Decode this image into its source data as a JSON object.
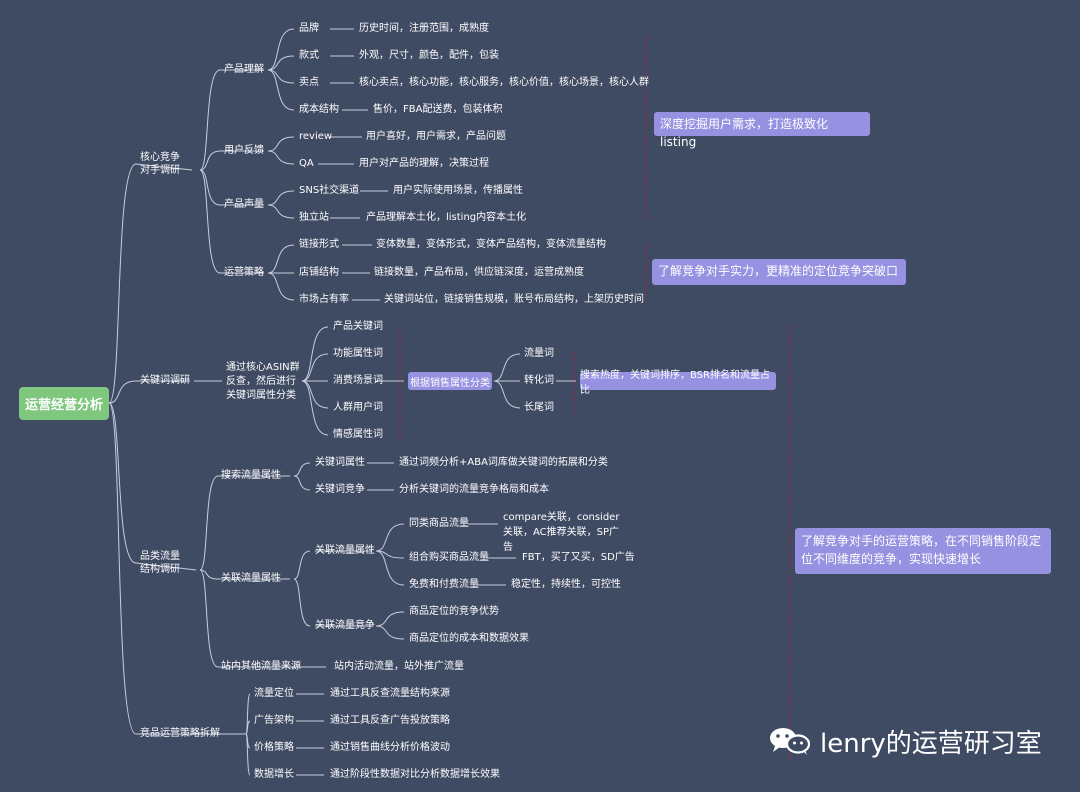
{
  "root": "运营经营分析",
  "branches": {
    "b1": "核心竞争\n对手调研",
    "b2": "关键词调研",
    "b3": "品类流量\n结构调研",
    "b4": "竞品运营策略拆解"
  },
  "b1_children": {
    "product": "产品理解",
    "feedback": "用户反馈",
    "voice": "产品声量",
    "ops": "运营策略"
  },
  "product_items": [
    {
      "label": "品牌",
      "desc": "历史时间，注册范围，成熟度"
    },
    {
      "label": "款式",
      "desc": "外观，尺寸，颜色，配件，包装"
    },
    {
      "label": "卖点",
      "desc": "核心卖点，核心功能，核心服务，核心价值，核心场景，核心人群"
    },
    {
      "label": "成本结构",
      "desc": "售价，FBA配送费，包装体积"
    }
  ],
  "feedback_items": [
    {
      "label": "review",
      "desc": "用户喜好，用户需求，产品问题"
    },
    {
      "label": "QA",
      "desc": "用户对产品的理解，决策过程"
    }
  ],
  "voice_items": [
    {
      "label": "SNS社交渠道",
      "desc": "用户实际使用场景，传播属性"
    },
    {
      "label": "独立站",
      "desc": "产品理解本土化，listing内容本土化"
    }
  ],
  "ops_items": [
    {
      "label": "链接形式",
      "desc": "变体数量，变体形式，变体产品结构，变体流量结构"
    },
    {
      "label": "店铺结构",
      "desc": "链接数量，产品布局，供应链深度，运营成熟度"
    },
    {
      "label": "市场占有率",
      "desc": "关键词站位，链接销售规模，账号布局结构，上架历史时间"
    }
  ],
  "summary1": "深度挖掘用户需求，打造极致化listing",
  "summary2": "了解竞争对手实力，更精准的定位竞争突破口",
  "kw": {
    "method": "通过核心ASIN群反查，然后进行关键词属性分类",
    "types": [
      "产品关键词",
      "功能属性词",
      "消费场景词",
      "人群用户词",
      "情感属性词"
    ],
    "mid": "根据销售属性分类",
    "sales": [
      "流量词",
      "转化词",
      "长尾词"
    ],
    "note": "搜索热度，关键词排序，BSR排名和流量占比"
  },
  "b3c": {
    "search": "搜索流量属性",
    "search_items": [
      {
        "label": "关键词属性",
        "desc": "通过词频分析+ABA词库做关键词的拓展和分类"
      },
      {
        "label": "关键词竞争",
        "desc": "分析关键词的流量竞争格局和成本"
      }
    ],
    "assoc": "关联流量属性",
    "assoc_attr": "关联流量属性",
    "assoc_items": [
      {
        "label": "同类商品流量",
        "desc": "compare关联，consider关联，AC推荐关联，SP广告"
      },
      {
        "label": "组合购买商品流量",
        "desc": "FBT，买了又买，SD广告"
      },
      {
        "label": "免费和付费流量",
        "desc": "稳定性，持续性，可控性"
      }
    ],
    "assoc_comp": "关联流量竞争",
    "assoc_comp_items": [
      "商品定位的竞争优势",
      "商品定位的成本和数据效果"
    ],
    "other": "站内其他流量来源",
    "other_desc": "站内活动流量，站外推广流量"
  },
  "b4c": [
    {
      "label": "流量定位",
      "desc": "通过工具反查流量结构来源"
    },
    {
      "label": "广告架构",
      "desc": "通过工具反查广告投放策略"
    },
    {
      "label": "价格策略",
      "desc": "通过销售曲线分析价格波动"
    },
    {
      "label": "数据增长",
      "desc": "通过阶段性数据对比分析数据增长效果"
    }
  ],
  "summary3": "了解竞争对手的运营策略，在不同销售阶段定位不同维度的竞争，实现快速增长",
  "watermark": "lenry的运营研习室",
  "colors": {
    "bg": "#3f4a63",
    "root": "#7ec77d",
    "tag": "#9691e0",
    "line": "#c9cede",
    "divider": "#a22b45"
  }
}
